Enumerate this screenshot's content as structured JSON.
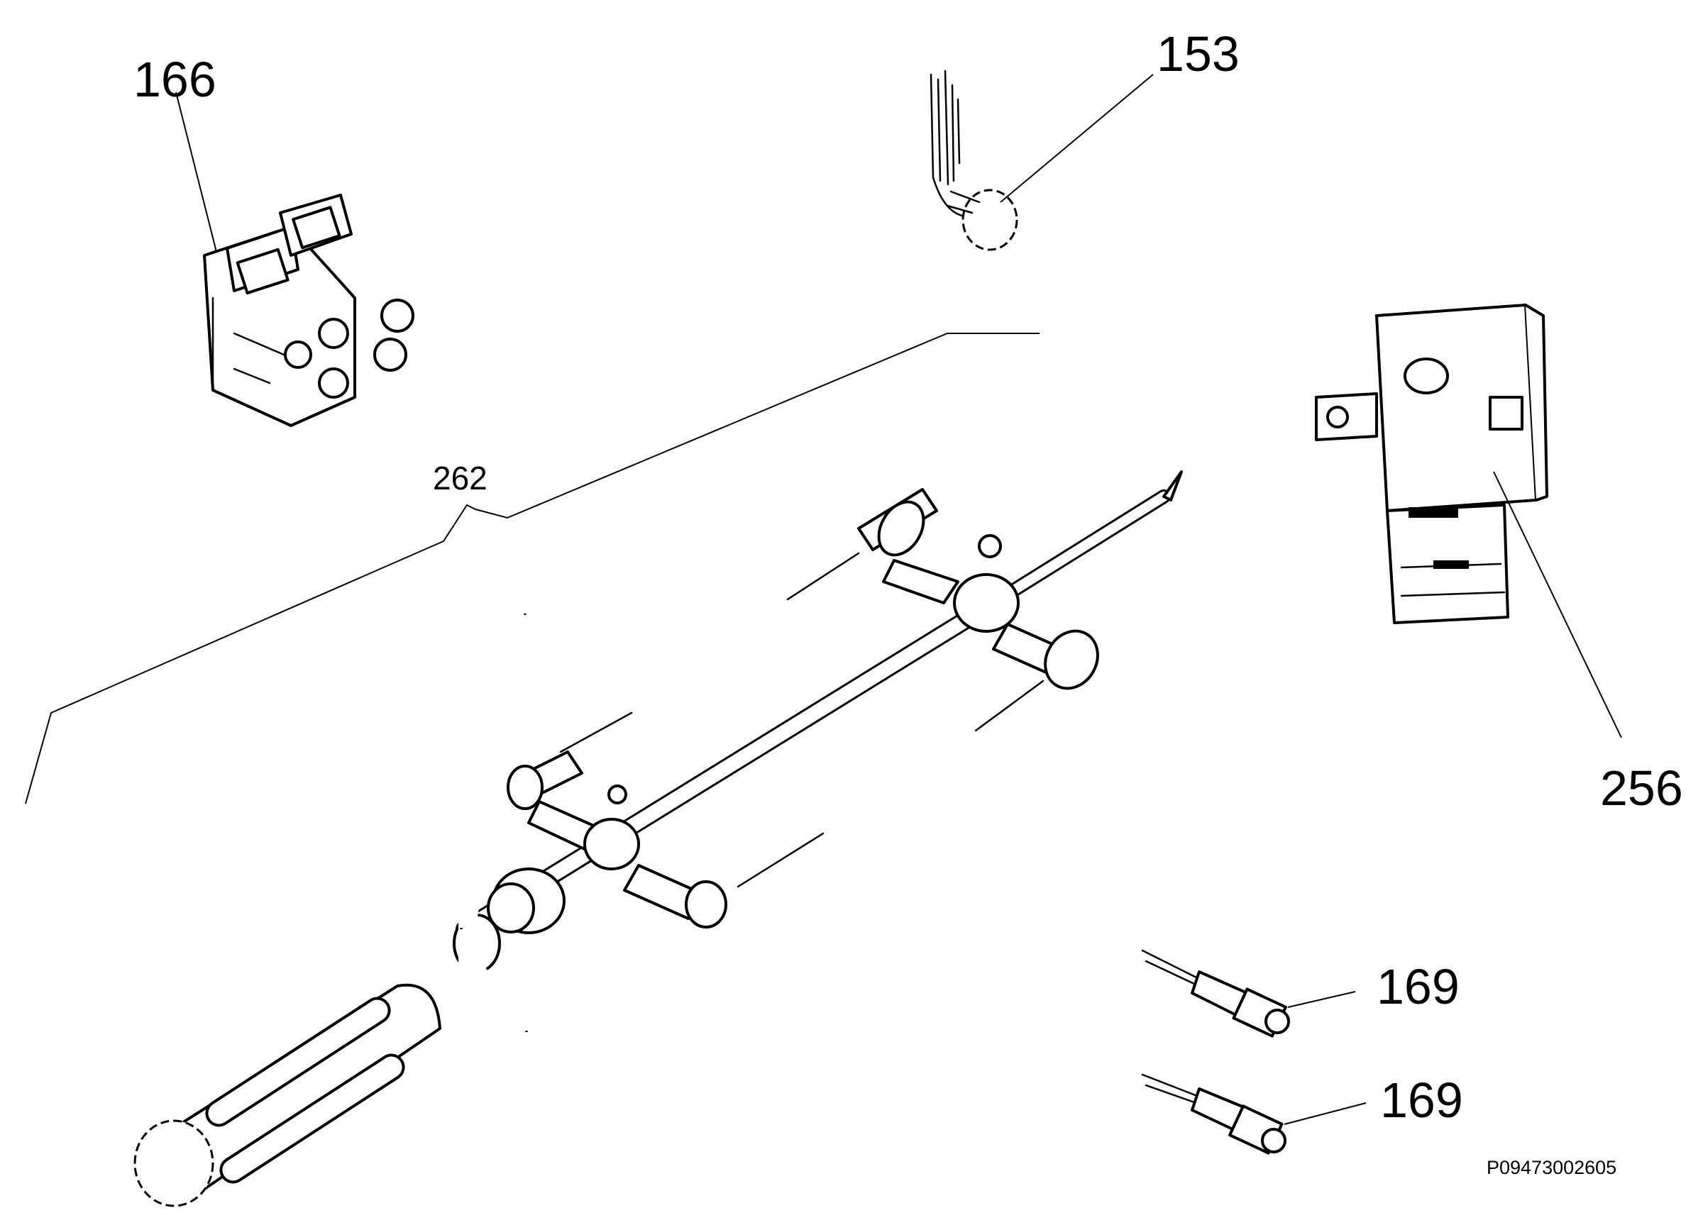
{
  "callouts": {
    "c166": "166",
    "c153": "153",
    "c262": "262",
    "c256": "256",
    "c169a": "169",
    "c169b": "169"
  },
  "reference_code": "P09473002605"
}
